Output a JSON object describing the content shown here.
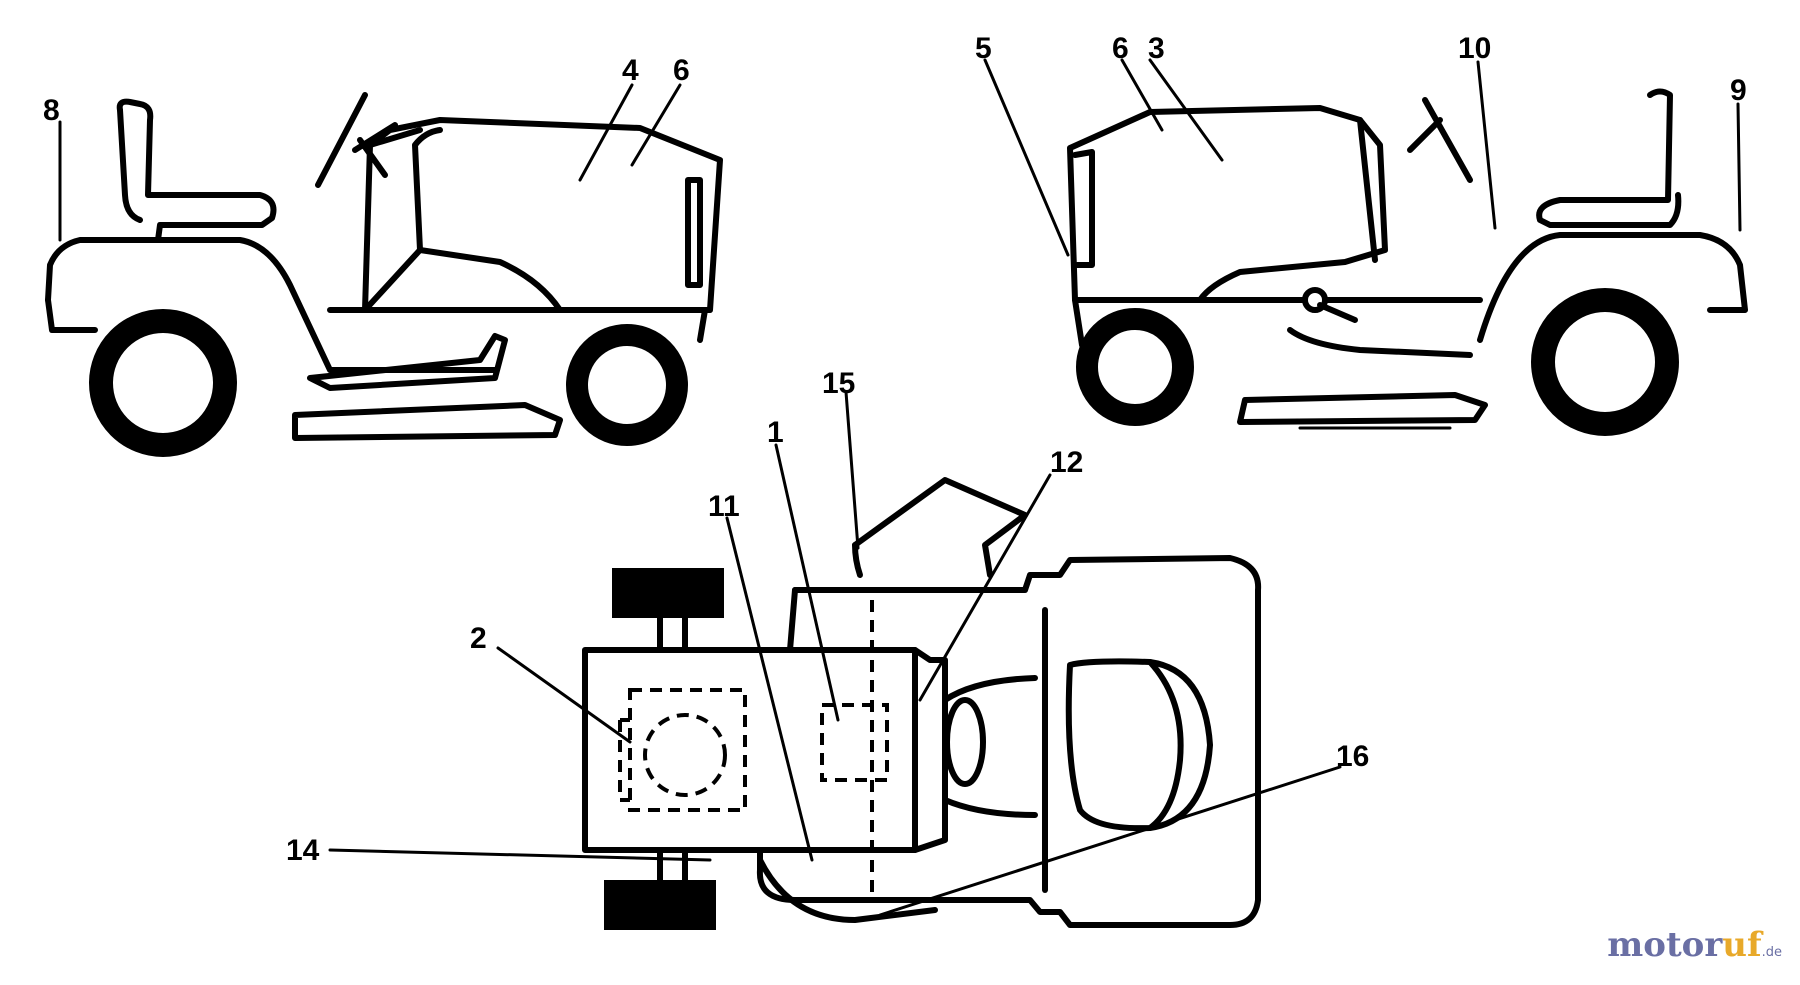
{
  "labels": {
    "l1": "1",
    "l2": "2",
    "l3": "3",
    "l4": "4",
    "l5": "5",
    "l6a": "6",
    "l6b": "6",
    "l8": "8",
    "l9": "9",
    "l10": "10",
    "l11": "11",
    "l12": "12",
    "l14": "14",
    "l15": "15",
    "l16": "16"
  },
  "watermark": {
    "part_a": "motor",
    "part_b": "uf",
    "suffix": ".de"
  }
}
